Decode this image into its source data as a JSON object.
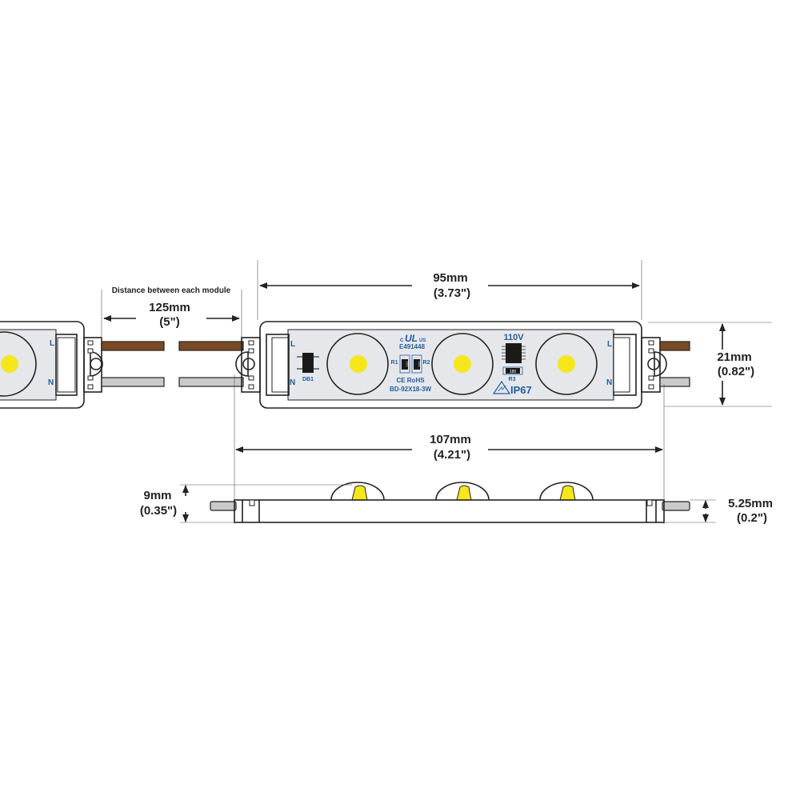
{
  "dimensions": {
    "spacing": {
      "caption": "Distance between each module",
      "metric": "125mm",
      "imperial": "(5\")"
    },
    "board_length": {
      "metric": "95mm",
      "imperial": "(3.73\")"
    },
    "overall_length": {
      "metric": "107mm",
      "imperial": "(4.21\")"
    },
    "width": {
      "metric": "21mm",
      "imperial": "(0.82\")"
    },
    "height_with_lens": {
      "metric": "9mm",
      "imperial": "(0.35\")"
    },
    "body_height": {
      "metric": "5.25mm",
      "imperial": "(0.2\")"
    }
  },
  "module_labels": {
    "terminal_l": "L",
    "terminal_n": "N",
    "diode": "DB1",
    "ul_c": "C",
    "ul_us": "US",
    "ul_mark": "UL",
    "cert_number": "E491448",
    "r1": "R1",
    "r2": "R2",
    "r3": "R3",
    "r1_value": "101",
    "r2_value": "101",
    "r3_value": "180",
    "compliance": "CE RoHS",
    "model": "BD-92X18-3W",
    "voltage": "110V",
    "ip_rating": "IP67"
  },
  "colors": {
    "wire_live": "#7a4a24",
    "wire_neutral": "#c9c9c9",
    "led": "#f6e61c",
    "label_blue": "#1f5fa0",
    "board": "#e6e7ea"
  }
}
